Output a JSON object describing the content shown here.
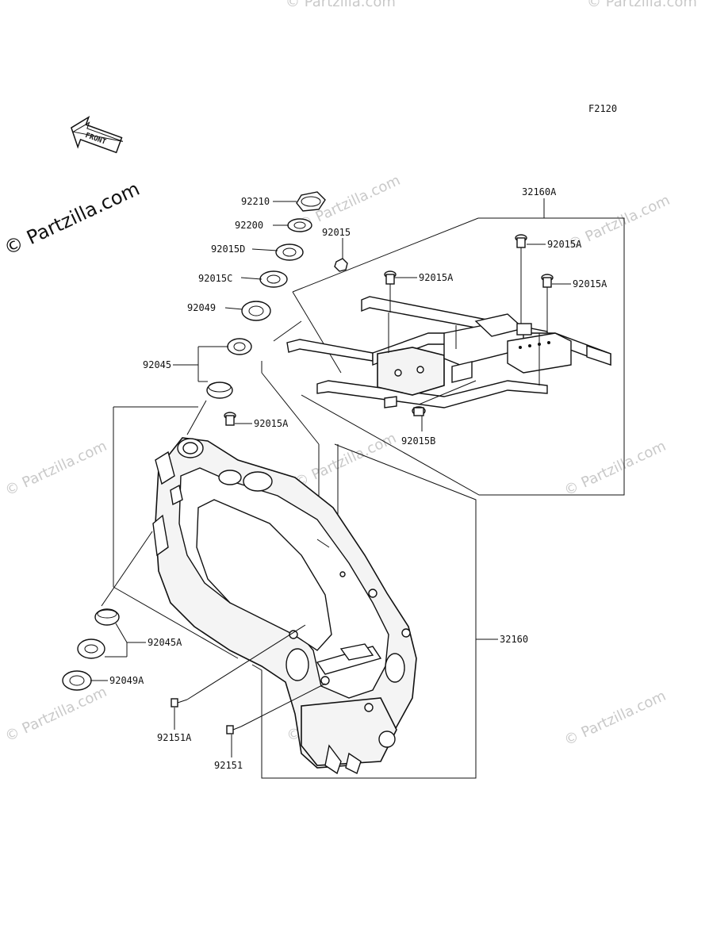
{
  "figure_code": "F2120",
  "front_label": "FRONT",
  "watermarks": {
    "main": "© Partzilla.com",
    "tile": "© Partzilla.com"
  },
  "parts": [
    {
      "id": "p-92210",
      "label": "92210"
    },
    {
      "id": "p-92200",
      "label": "92200"
    },
    {
      "id": "p-92015",
      "label": "92015"
    },
    {
      "id": "p-92015D",
      "label": "92015D"
    },
    {
      "id": "p-92015C",
      "label": "92015C"
    },
    {
      "id": "p-92049",
      "label": "92049"
    },
    {
      "id": "p-92045",
      "label": "92045"
    },
    {
      "id": "p-92015A-1",
      "label": "92015A"
    },
    {
      "id": "p-92015A-2",
      "label": "92015A"
    },
    {
      "id": "p-92015A-3",
      "label": "92015A"
    },
    {
      "id": "p-92015A-4",
      "label": "92015A"
    },
    {
      "id": "p-32160A",
      "label": "32160A"
    },
    {
      "id": "p-92015B",
      "label": "92015B"
    },
    {
      "id": "p-32160",
      "label": "32160"
    },
    {
      "id": "p-92045A",
      "label": "92045A"
    },
    {
      "id": "p-92049A",
      "label": "92049A"
    },
    {
      "id": "p-92151A",
      "label": "92151A"
    },
    {
      "id": "p-92151",
      "label": "92151"
    }
  ]
}
